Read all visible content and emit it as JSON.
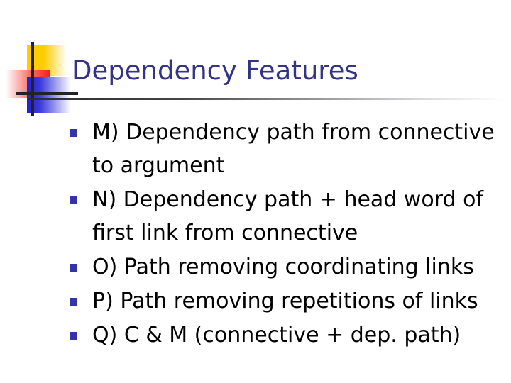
{
  "slide": {
    "title": "Dependency Features",
    "title_color": "#333388",
    "background_color": "#ffffff",
    "body_text_color": "#000000",
    "bullet_color": "#3333AA",
    "logo": {
      "yellow_color": "#FFCC00",
      "red_color": "#EE2222",
      "blue_color": "#2222CC",
      "bar_color": "#222228"
    },
    "bullets": [
      {
        "label": "M) Dependency path from connective to argument"
      },
      {
        "label": "N) Dependency path + head word of first link from connective"
      },
      {
        "label": "O) Path removing coordinating links"
      },
      {
        "label": "P) Path removing repetitions of links"
      },
      {
        "label": "Q) C & M (connective + dep. path)"
      }
    ]
  }
}
